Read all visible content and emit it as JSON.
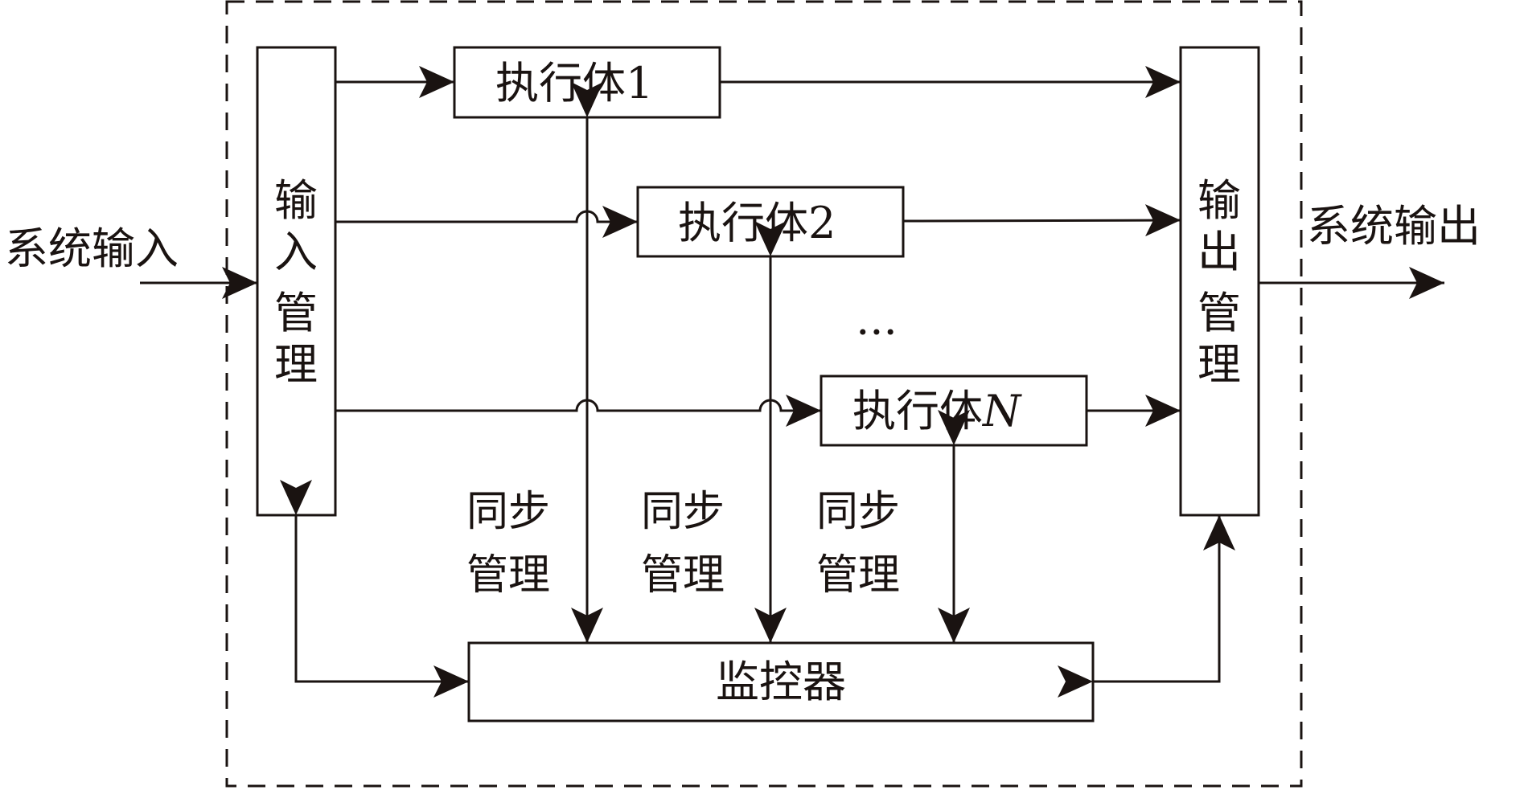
{
  "system_input": "系统输入",
  "system_output": "系统输出",
  "input_manager": {
    "chars": [
      "输",
      "入",
      "管",
      "理"
    ]
  },
  "output_manager": {
    "chars": [
      "输",
      "出",
      "管",
      "理"
    ]
  },
  "executors": [
    {
      "prefix": "执行体",
      "index": "1"
    },
    {
      "prefix": "执行体",
      "index": "2"
    },
    {
      "prefix": "执行体",
      "index": "N"
    }
  ],
  "ellipsis": "···",
  "sync_labels": [
    {
      "line1": "同步",
      "line2": "管理"
    },
    {
      "line1": "同步",
      "line2": "管理"
    },
    {
      "line1": "同步",
      "line2": "管理"
    }
  ],
  "monitor": "监控器"
}
